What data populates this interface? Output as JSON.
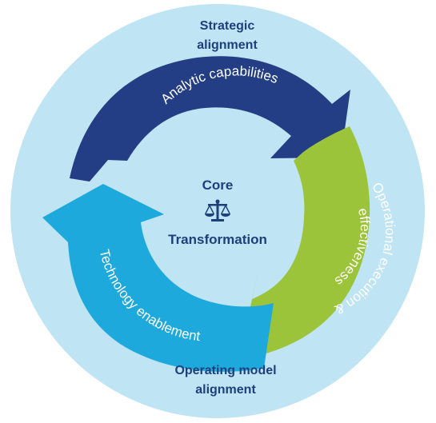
{
  "outer": {
    "top_label": [
      "Strategic",
      "alignment"
    ],
    "bottom_label": [
      "Operating model",
      "alignment"
    ]
  },
  "core": {
    "title": "Core",
    "icon": "scales-icon",
    "subtitle": "Transformation"
  },
  "arrows": [
    {
      "label": [
        "Analytic capabilities"
      ],
      "color": "#233e84"
    },
    {
      "label": [
        "Operational execution &",
        "effectiveness"
      ],
      "color": "#9cc43a"
    },
    {
      "label": [
        "Technology enablement"
      ],
      "color": "#1ea9dd"
    }
  ],
  "colors": {
    "outer_circle": "#bfe4f3",
    "text_dark": "#1d3f7c"
  }
}
